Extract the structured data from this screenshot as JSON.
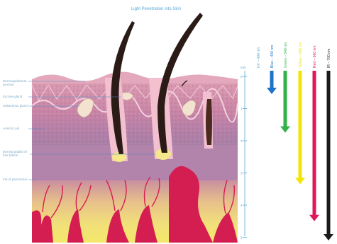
{
  "title": "Light Penetration into Skin",
  "labels": {
    "dermoepidermal": "Dermoepidermal junction",
    "eccrine": "Eccrine gland",
    "sebaceous": "Sebaceous gland",
    "arrector": "Arrector pili",
    "papilla": "Dermal papilla of hair follicle",
    "panniculus": "Fat of panniculus"
  },
  "depth_scale": {
    "unit": "mm",
    "ticks": [
      "0",
      "1",
      "2",
      "3",
      "4",
      "5"
    ]
  },
  "wavelengths": [
    {
      "label": "UV – 400 nm",
      "color": "#ffffff",
      "depth_mm": 0
    },
    {
      "label": "Blue – 440 nm",
      "color": "#1e73c8",
      "depth_mm": 0.55
    },
    {
      "label": "Green – 540 nm",
      "color": "#33b24a",
      "depth_mm": 1.75
    },
    {
      "label": "Yellow – 580 nm",
      "color": "#f2e600",
      "depth_mm": 3.35
    },
    {
      "label": "Red – 660 nm",
      "color": "#e0185a",
      "depth_mm": 4.5
    },
    {
      "label": "IR – 700 nm",
      "color": "#1a1a1a",
      "depth_mm": 5.1
    }
  ]
}
